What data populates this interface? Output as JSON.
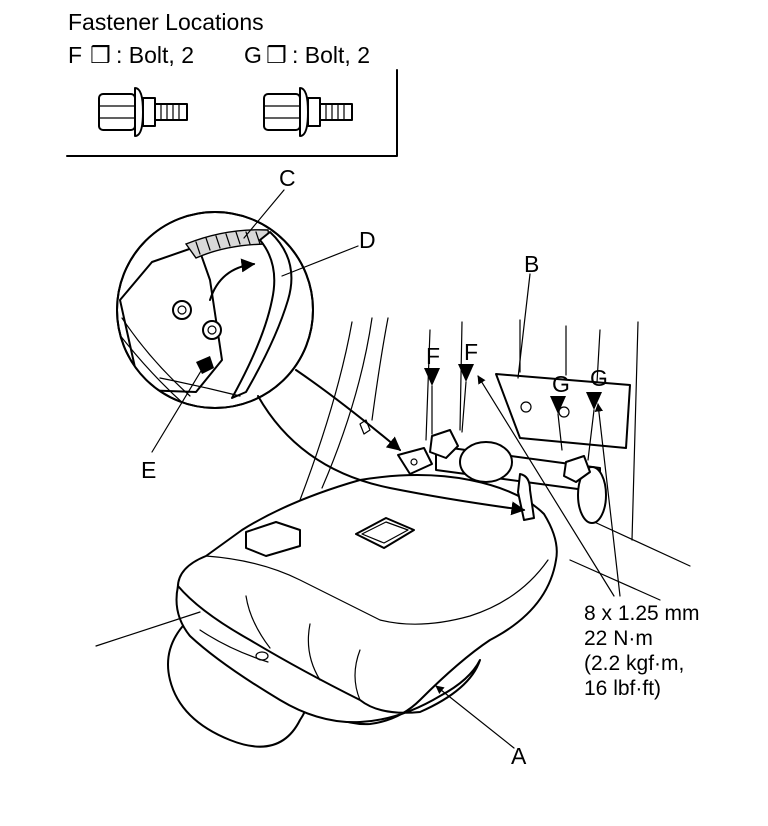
{
  "legend": {
    "title": "Fastener Locations",
    "items": [
      {
        "key": "F",
        "box": "❒",
        "text": ": Bolt, 2"
      },
      {
        "key": "G",
        "box": "❒",
        "text": ": Bolt, 2"
      }
    ]
  },
  "labels": {
    "a": "A",
    "b": "B",
    "c": "C",
    "d": "D",
    "e": "E",
    "f1": "F",
    "f2": "F",
    "g1": "G",
    "g2": "G"
  },
  "torque_spec": {
    "line1": "8 x 1.25 mm",
    "line2": "22 N·m",
    "line3": "(2.2 kgf·m,",
    "line4": "16 lbf·ft)"
  }
}
